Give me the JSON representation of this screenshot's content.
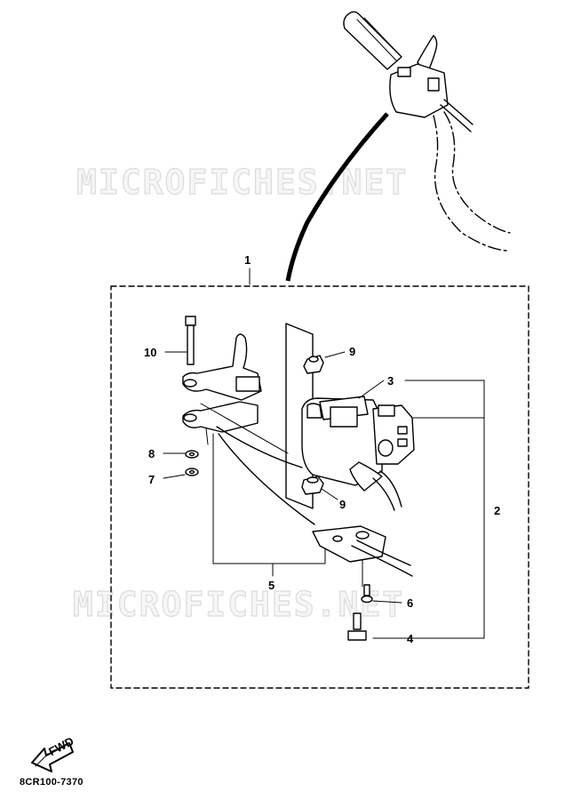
{
  "watermark_text": "MICROFICHES.NET",
  "callouts": {
    "c1": "1",
    "c2": "2",
    "c3": "3",
    "c4": "4",
    "c5": "5",
    "c6": "6",
    "c7": "7",
    "c8": "8",
    "c9a": "9",
    "c9b": "9",
    "c10": "10"
  },
  "fwd_label": "FWD",
  "part_code": "8CR100-7370"
}
